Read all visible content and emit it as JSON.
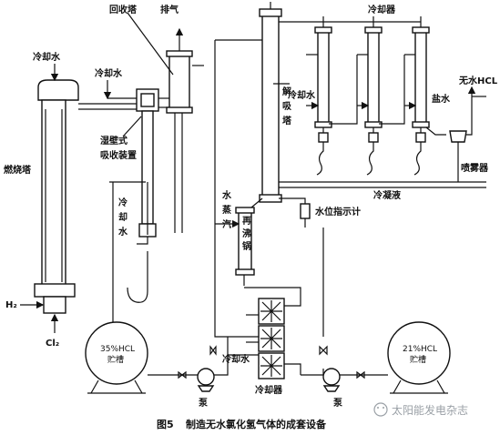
{
  "labels": {
    "recovery_tower": "回收塔",
    "exhaust": "排气",
    "cooler_top": "冷却器",
    "cooling_water_left": "冷却水",
    "cooling_water_mid": "冷却水",
    "cooling_water_right": "冷却水",
    "salt_water": "盐水",
    "anhydrous_hcl": "无水HCL",
    "wet_absorber_1": "湿壁式",
    "wet_absorber_2": "吸收装置",
    "desorption_1": "解",
    "desorption_2": "吸",
    "desorption_3": "塔",
    "combustion_tower": "燃烧塔",
    "spray": "喷雾器",
    "condensate": "冷凝液",
    "cooling_water_v1": "冷",
    "cooling_water_v2": "却",
    "cooling_water_v3": "水",
    "steam_v1": "水",
    "steam_v2": "蒸",
    "steam_v3": "汽",
    "reboiler_1": "再",
    "reboiler_2": "沸",
    "reboiler_3": "锅",
    "level_indicator": "水位指示计",
    "h2": "H₂",
    "cl2": "Cl₂",
    "tank_left_1": "35%HCL",
    "tank_left_2": "贮槽",
    "tank_right_1": "21%HCL",
    "tank_right_2": "贮槽",
    "cooling_water_bottom": "冷却水",
    "cooler_bottom": "冷却器",
    "pump_left": "泵",
    "pump_right": "泵",
    "caption_no": "图5",
    "caption_text": "制造无水氯化氢气体的成套设备",
    "watermark": "太阳能发电杂志"
  }
}
